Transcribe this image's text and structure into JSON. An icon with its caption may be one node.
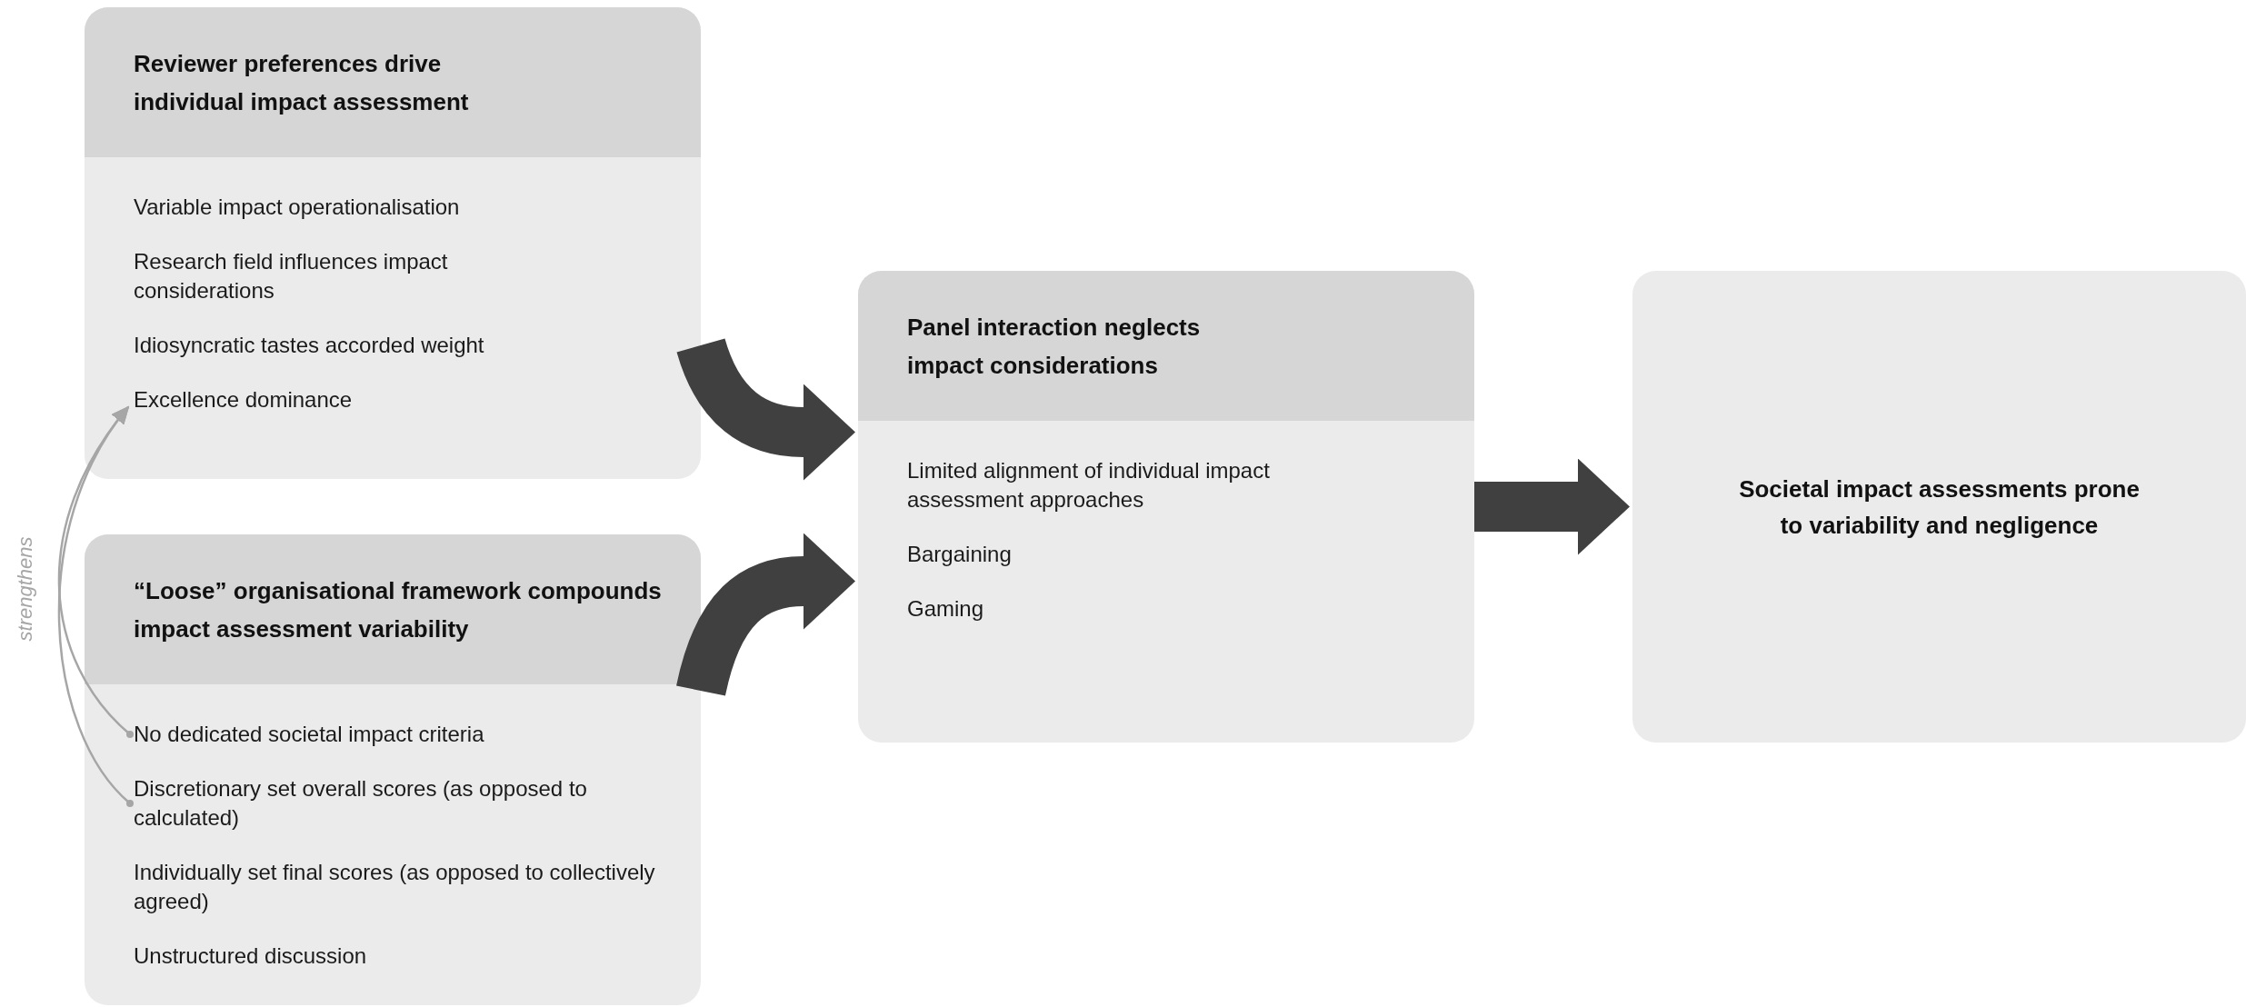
{
  "diagram": {
    "nodes": [
      {
        "text": [
          "Reviewer preferences drive individual impact assessment"
        ]
      },
      {
        "text": [
          "Variable impact operationalisation"
        ],
        "in": 0
      },
      {
        "text": [
          "Research field influences impact considerations"
        ],
        "in": 0
      },
      {
        "text": [
          "Idiosyncratic tastes accorded weight"
        ],
        "in": 0
      },
      {
        "text": [
          "Excellence dominance"
        ],
        "in": 0
      },
      {
        "text": [
          "“Loose” organisational framework compounds impact assessment variability"
        ]
      },
      {
        "text": [
          "No dedicated societal impact criteria"
        ],
        "in": 5
      },
      {
        "text": [
          "Discretionary set overall scores (as opposed to calculated)"
        ],
        "in": 5
      },
      {
        "text": [
          "Individually set final scores (as opposed to collectively agreed)"
        ],
        "in": 5
      },
      {
        "text": [
          "Unstructured discussion"
        ],
        "in": 5
      },
      {
        "text": [
          "Panel interaction neglects impact considerations"
        ]
      },
      {
        "text": [
          "Limited alignment of individual impact assessment approaches"
        ],
        "in": 10
      },
      {
        "text": [
          "Bargaining"
        ],
        "in": 10
      },
      {
        "text": [
          "Gaming"
        ],
        "in": 10
      },
      {
        "text": [
          "Societal impact assessments prone to variability and negligence"
        ]
      }
    ],
    "edges": [
      {
        "from": 0,
        "to": 10,
        "arrow": "to"
      },
      {
        "from": 5,
        "to": 10,
        "arrow": "to"
      },
      {
        "from": 10,
        "to": 14,
        "arrow": "to"
      },
      {
        "from": 6,
        "to": 4,
        "arrow": "to",
        "color": "#a6a6a6",
        "label": "strengthens"
      },
      {
        "from": 7,
        "to": 4,
        "arrow": "to",
        "color": "#a6a6a6"
      }
    ]
  }
}
